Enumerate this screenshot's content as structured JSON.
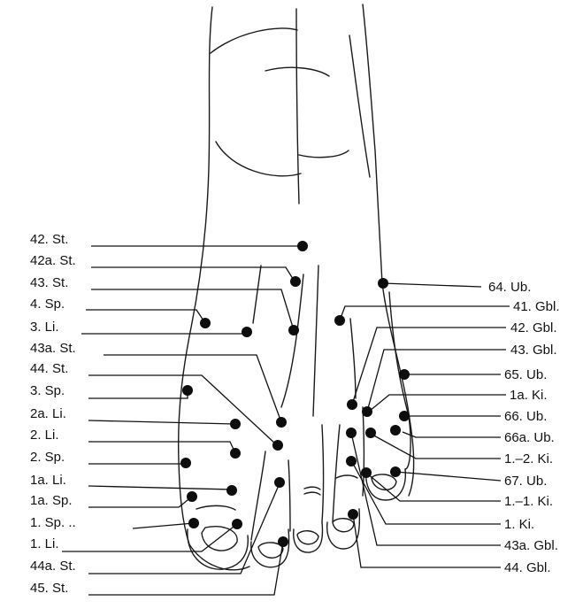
{
  "diagram": {
    "left_labels": [
      {
        "id": "42-st",
        "text": "42. St."
      },
      {
        "id": "42a-st",
        "text": "42a. St."
      },
      {
        "id": "43-st",
        "text": "43. St."
      },
      {
        "id": "4-sp",
        "text": "4. Sp."
      },
      {
        "id": "3-li",
        "text": "3. Li."
      },
      {
        "id": "43a-st",
        "text": "43a. St."
      },
      {
        "id": "44-st",
        "text": "44. St."
      },
      {
        "id": "3-sp",
        "text": "3. Sp."
      },
      {
        "id": "2a-li",
        "text": "2a. Li."
      },
      {
        "id": "2-li",
        "text": "2. Li."
      },
      {
        "id": "2-sp",
        "text": "2. Sp."
      },
      {
        "id": "1a-li",
        "text": "1a. Li."
      },
      {
        "id": "1a-sp",
        "text": "1a. Sp."
      },
      {
        "id": "1-sp",
        "text": "1. Sp. .."
      },
      {
        "id": "1-li",
        "text": "1. Li."
      },
      {
        "id": "44a-st",
        "text": "44a. St."
      },
      {
        "id": "45-st",
        "text": "45. St."
      }
    ],
    "right_labels": [
      {
        "id": "64-ub",
        "text": "64. Ub."
      },
      {
        "id": "41-gbl",
        "text": "41. Gbl."
      },
      {
        "id": "42-gbl",
        "text": "42. Gbl."
      },
      {
        "id": "43-gbl",
        "text": "43. Gbl."
      },
      {
        "id": "65-ub",
        "text": "65. Ub."
      },
      {
        "id": "1a-ki",
        "text": "1a. Ki."
      },
      {
        "id": "66-ub",
        "text": "66. Ub."
      },
      {
        "id": "66a-ub",
        "text": "66a. Ub."
      },
      {
        "id": "1-2-ki",
        "text": "1.–2. Ki."
      },
      {
        "id": "67-ub",
        "text": "67. Ub."
      },
      {
        "id": "1-1-ki",
        "text": "1.–1. Ki."
      },
      {
        "id": "1-ki",
        "text": "1. Ki."
      },
      {
        "id": "43a-gbl",
        "text": "43a. Gbl."
      },
      {
        "id": "44-gbl",
        "text": "44. Gbl."
      }
    ]
  }
}
